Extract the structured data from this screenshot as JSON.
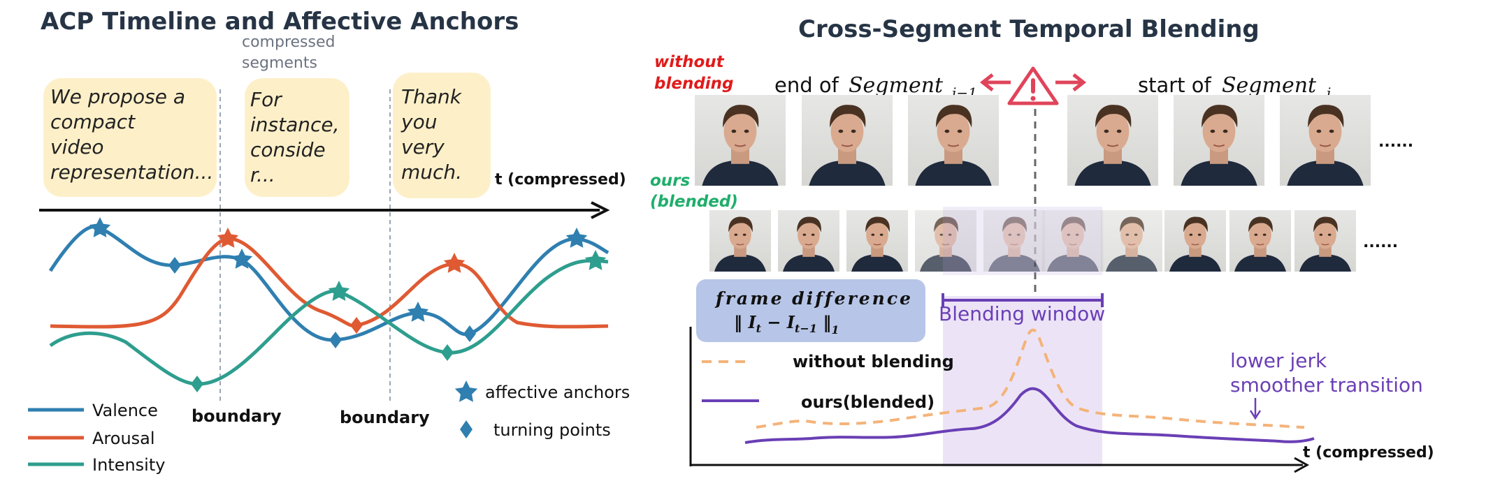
{
  "left": {
    "title": "ACP Timeline and Affective Anchors",
    "compressed_note_1": "compressed",
    "compressed_note_2": "segments",
    "bubbles": [
      {
        "lines": [
          "We propose a",
          "compact",
          "video",
          "representation..."
        ]
      },
      {
        "lines": [
          "For",
          "instance,",
          "conside",
          "r..."
        ]
      },
      {
        "lines": [
          "Thank",
          "you",
          "very",
          "much."
        ]
      }
    ],
    "axis_label": "t  (compressed)",
    "boundary_label": "boundary",
    "legend": [
      "Valence",
      "Arousal",
      "Intensity"
    ],
    "marker_legend": {
      "anchors": "affective anchors",
      "turning": "turning points"
    },
    "colors": {
      "valence": "#2f7fb0",
      "arousal": "#df5a33",
      "intensity": "#2e9e8e",
      "bubble": "#fdf0c9"
    }
  },
  "right": {
    "title": "Cross-Segment Temporal Blending",
    "without_blending_1": "without",
    "without_blending_2": "blending",
    "ours_1": "ours",
    "ours_2": "(blended)",
    "end_of": "end of",
    "start_of": "start of",
    "segment_word": "Segment",
    "sub_prev": "i−1",
    "sub_cur": "i",
    "ellipsis": "......",
    "frame_diff_title": "frame difference",
    "frame_diff_formula_a": "‖ I",
    "frame_diff_formula_b": "t",
    "frame_diff_formula_c": " − I",
    "frame_diff_formula_d": "t−1",
    "frame_diff_formula_e": " ‖",
    "frame_diff_formula_f": "1",
    "blending_window": "Blending window",
    "legend_without": "without blending",
    "legend_ours": "ours(blended)",
    "note_1": "lower jerk",
    "note_2": "smoother transition",
    "axis_label": "t  (compressed)",
    "colors": {
      "without": "#f4b37a",
      "ours": "#6a3fb5",
      "warning": "#e0445a",
      "formula_box": "#b7c6e8",
      "window": "#ece4f6"
    }
  }
}
